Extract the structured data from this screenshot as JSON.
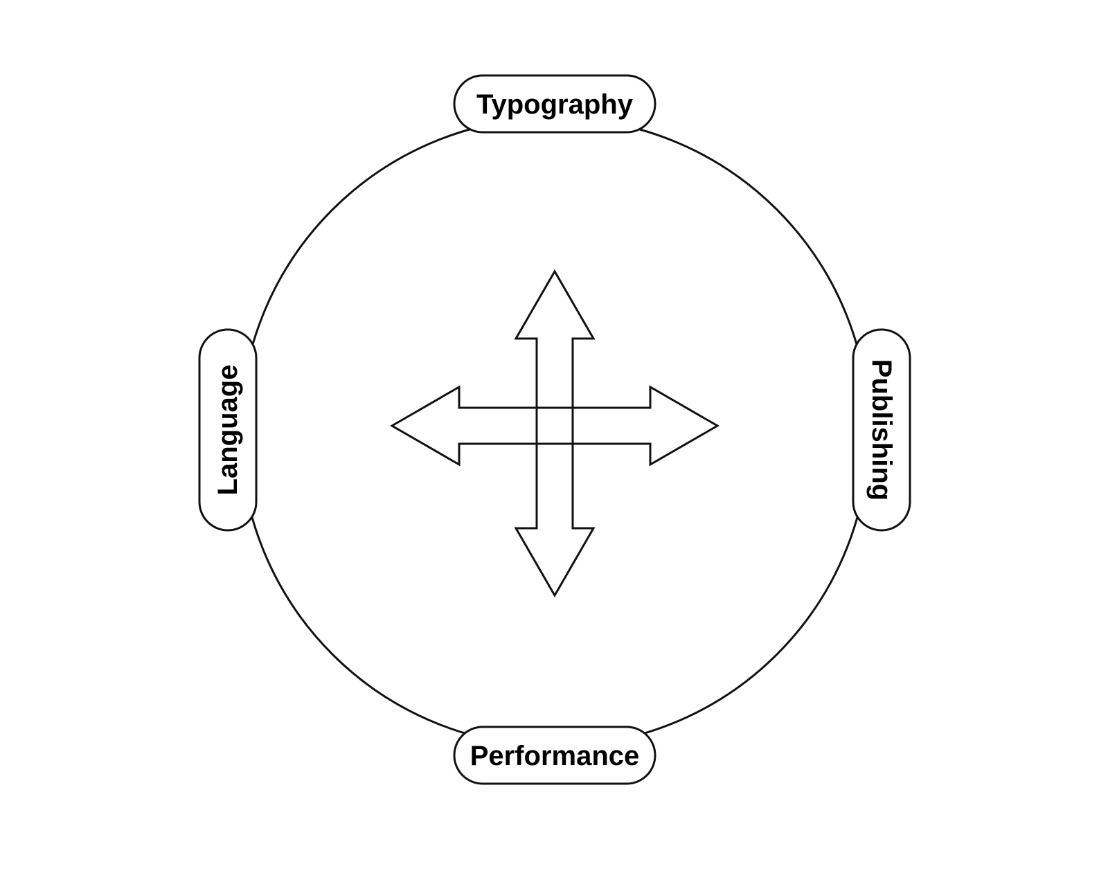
{
  "diagram": {
    "type": "circular-cycle",
    "center_symbol": "four-way-arrow",
    "nodes": {
      "top": {
        "label": "Typography"
      },
      "right": {
        "label": "Publishing"
      },
      "bottom": {
        "label": "Performance"
      },
      "left": {
        "label": "Language"
      }
    },
    "colors": {
      "stroke": "#111111",
      "fill": "#ffffff",
      "text": "#000000"
    }
  }
}
